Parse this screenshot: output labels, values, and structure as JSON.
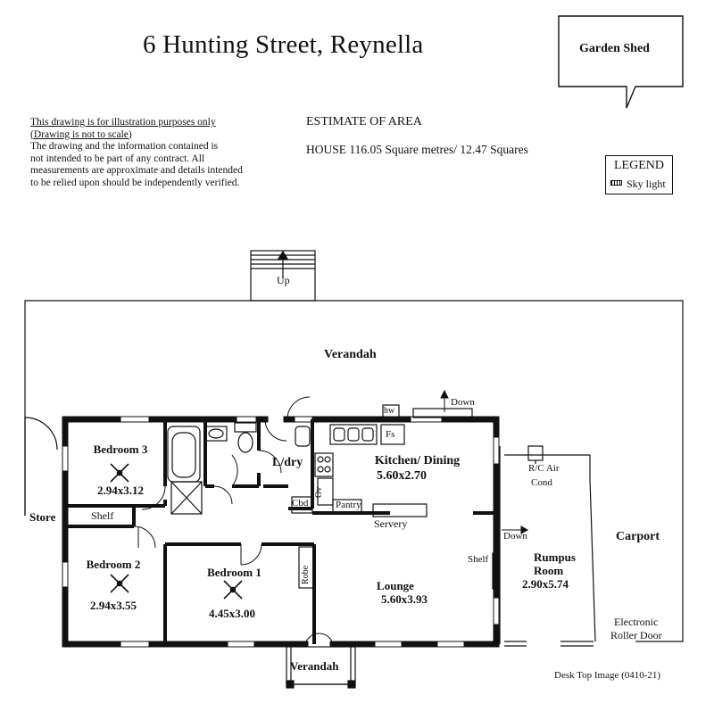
{
  "title": "6 Hunting Street,  Reynella",
  "garden_shed": "Garden Shed",
  "disclaimer": {
    "line1": "This drawing is for illustration purposes only",
    "line2": "(Drawing is not to scale)",
    "line3": "The drawing and the information contained is",
    "line4": "not intended to be part of any contract.  All",
    "line5": "measurements are approximate and details intended",
    "line6": "to be relied upon should be independently verified."
  },
  "estimate": {
    "heading": "ESTIMATE OF AREA",
    "value": "HOUSE  116.05 Square metres/ 12.47 Squares"
  },
  "legend": {
    "title": "LEGEND",
    "item": "Sky light"
  },
  "labels": {
    "up": "Up",
    "down": "Down",
    "verandah": "Verandah",
    "verandah_front": "Verandah",
    "hw": "hw",
    "fs": "Fs",
    "ov": "Ov",
    "cbd": "Cbd",
    "pantry": "Pantry",
    "servery": "Servery",
    "shelf": "Shelf",
    "shelf2": "Shelf",
    "robe": "Robe",
    "store": "Store",
    "carport": "Carport",
    "ldry": "L/dry",
    "rc_air_1": "R/C Air",
    "rc_air_2": "Cond",
    "roller_1": "Electronic",
    "roller_2": "Roller Door",
    "image_ref": "Desk Top Image  (0410-21)"
  },
  "rooms": {
    "bedroom3": {
      "name": "Bedroom 3",
      "size": "2.94x3.12"
    },
    "bedroom2": {
      "name": "Bedroom 2",
      "size": "2.94x3.55"
    },
    "bedroom1": {
      "name": "Bedroom 1",
      "size": "4.45x3.00"
    },
    "kitchen": {
      "name": "Kitchen/ Dining",
      "size": "5.60x2.70"
    },
    "lounge": {
      "name": "Lounge",
      "size": "5.60x3.93"
    },
    "rumpus1": {
      "name": "Rumpus",
      "name2": "Room",
      "size": "2.90x5.74"
    }
  },
  "icons": [
    "ceiling-fan-icon",
    "arrow-up-icon",
    "arrow-right-icon",
    "skylight-icon"
  ]
}
